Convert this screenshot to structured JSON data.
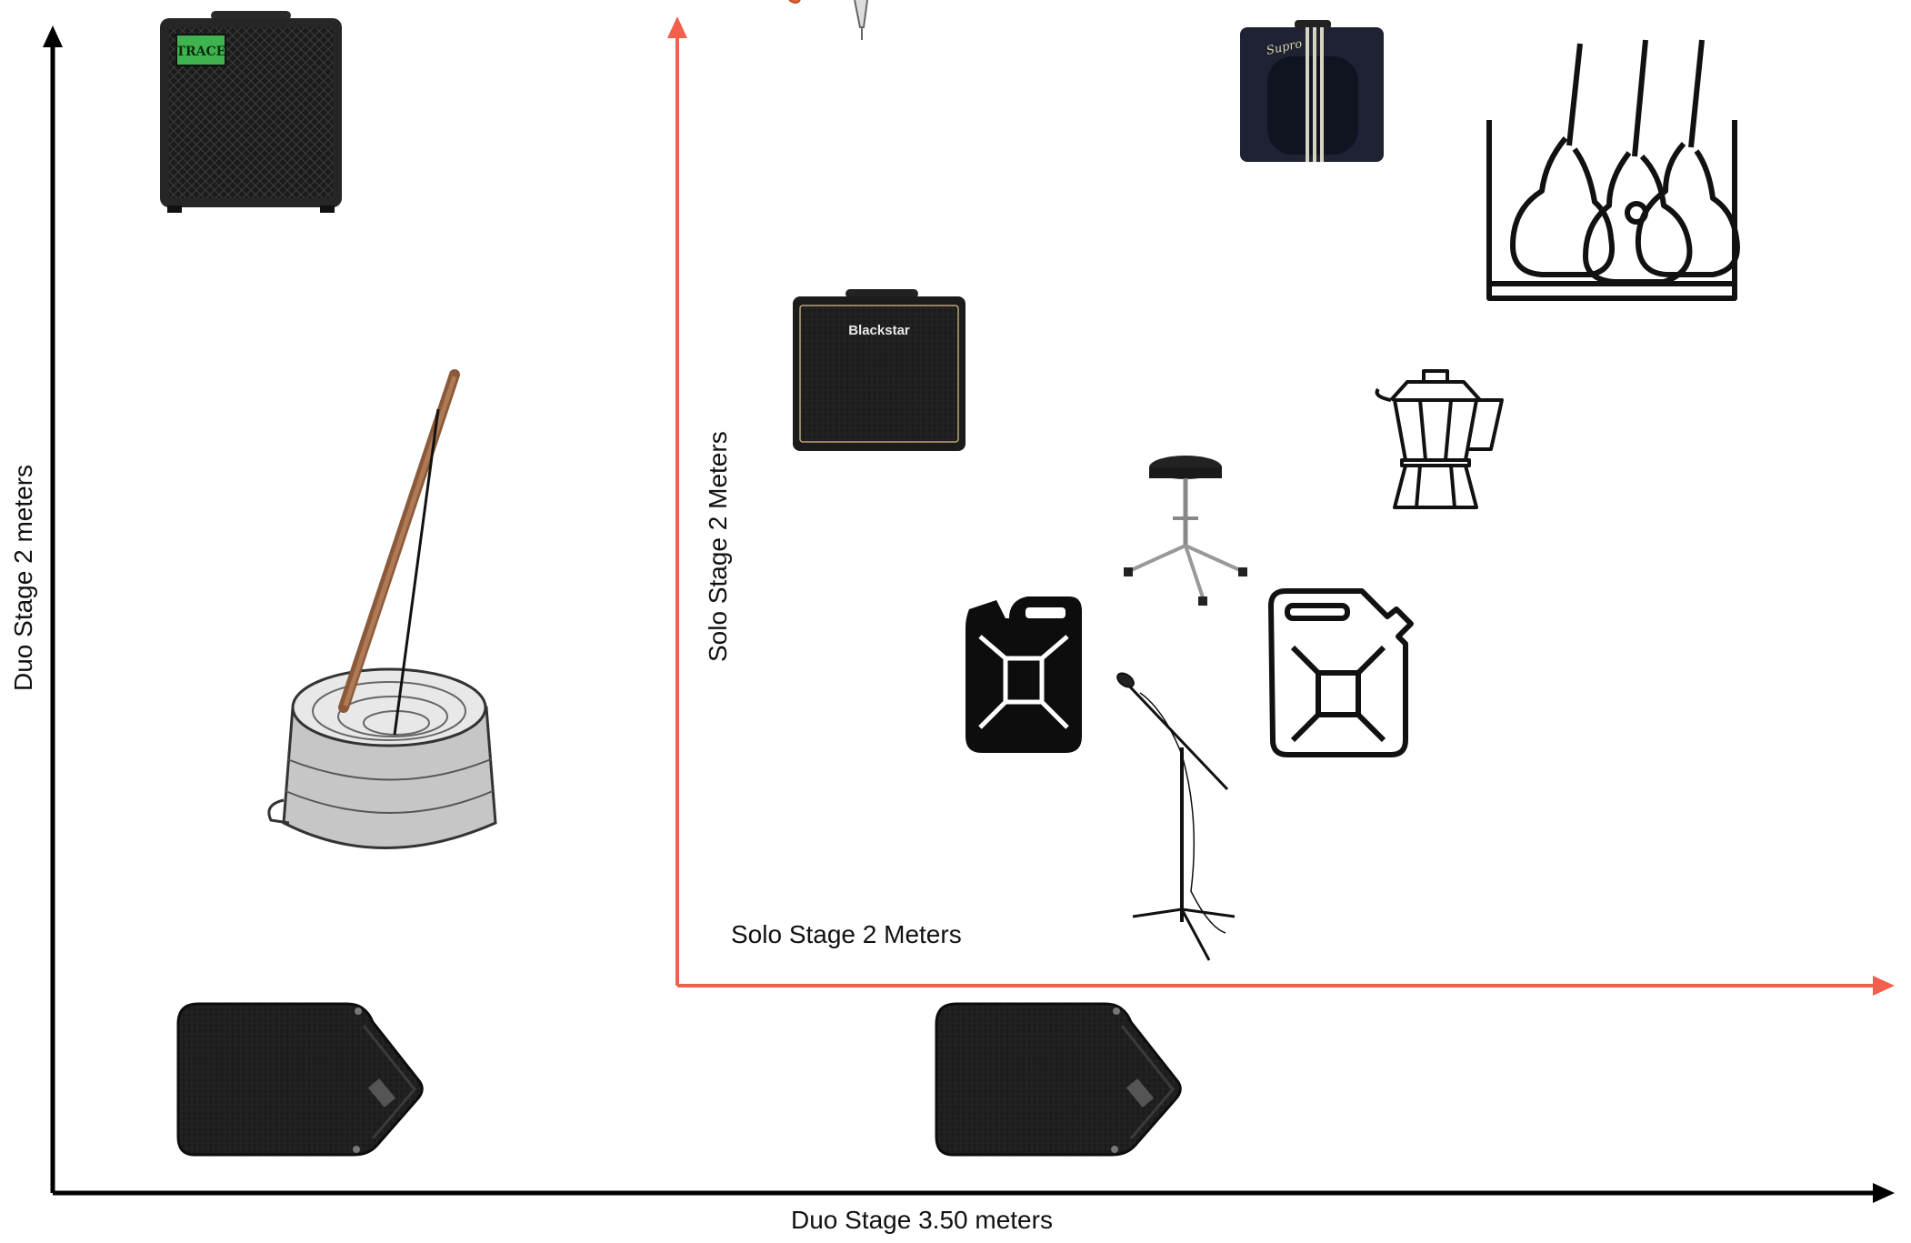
{
  "labels": {
    "duo_x_axis": "Duo Stage 3.50 meters",
    "duo_y_axis": "Duo  Stage 2 meters",
    "solo_y_axis": "Solo Stage 2 Meters",
    "solo_x_axis": "Solo Stage 2 Meters"
  },
  "amp_brands": {
    "trace": "TRACE",
    "blackstar": "Blackstar",
    "supro": "Supro"
  },
  "colors": {
    "duo_axis": "#000000",
    "solo_axis": "#f0604c",
    "trace_badge": "#3fb34f"
  },
  "icons": [
    "bass-amp-icon",
    "washtub-bass-icon",
    "stage-monitor-icon",
    "guitar-amp-icon",
    "guitar-stand-icon",
    "moka-pot-icon",
    "drum-throne-icon",
    "jerrycan-icon",
    "microphone-stand-icon"
  ]
}
